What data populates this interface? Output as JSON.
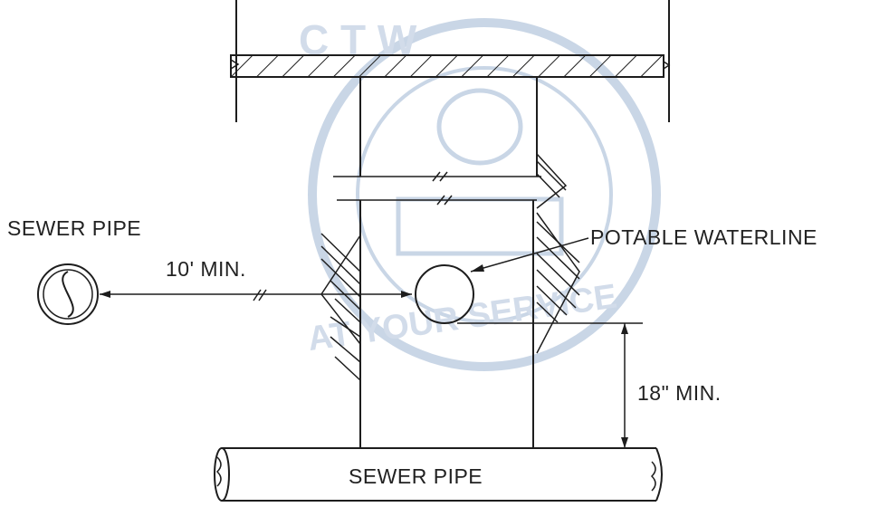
{
  "labels": {
    "sewer_pipe_left": "SEWER PIPE",
    "ten_foot_min": "10' MIN.",
    "potable_waterline": "POTABLE WATERLINE",
    "eighteen_inch_min": "18\" MIN.",
    "sewer_pipe_bottom": "SEWER PIPE"
  },
  "watermark": {
    "top": "C  T  W",
    "bottom": "AT  YOUR  SERVICE"
  },
  "colors": {
    "line": "#1d1d1d",
    "watermark": "#c9d6e6"
  }
}
